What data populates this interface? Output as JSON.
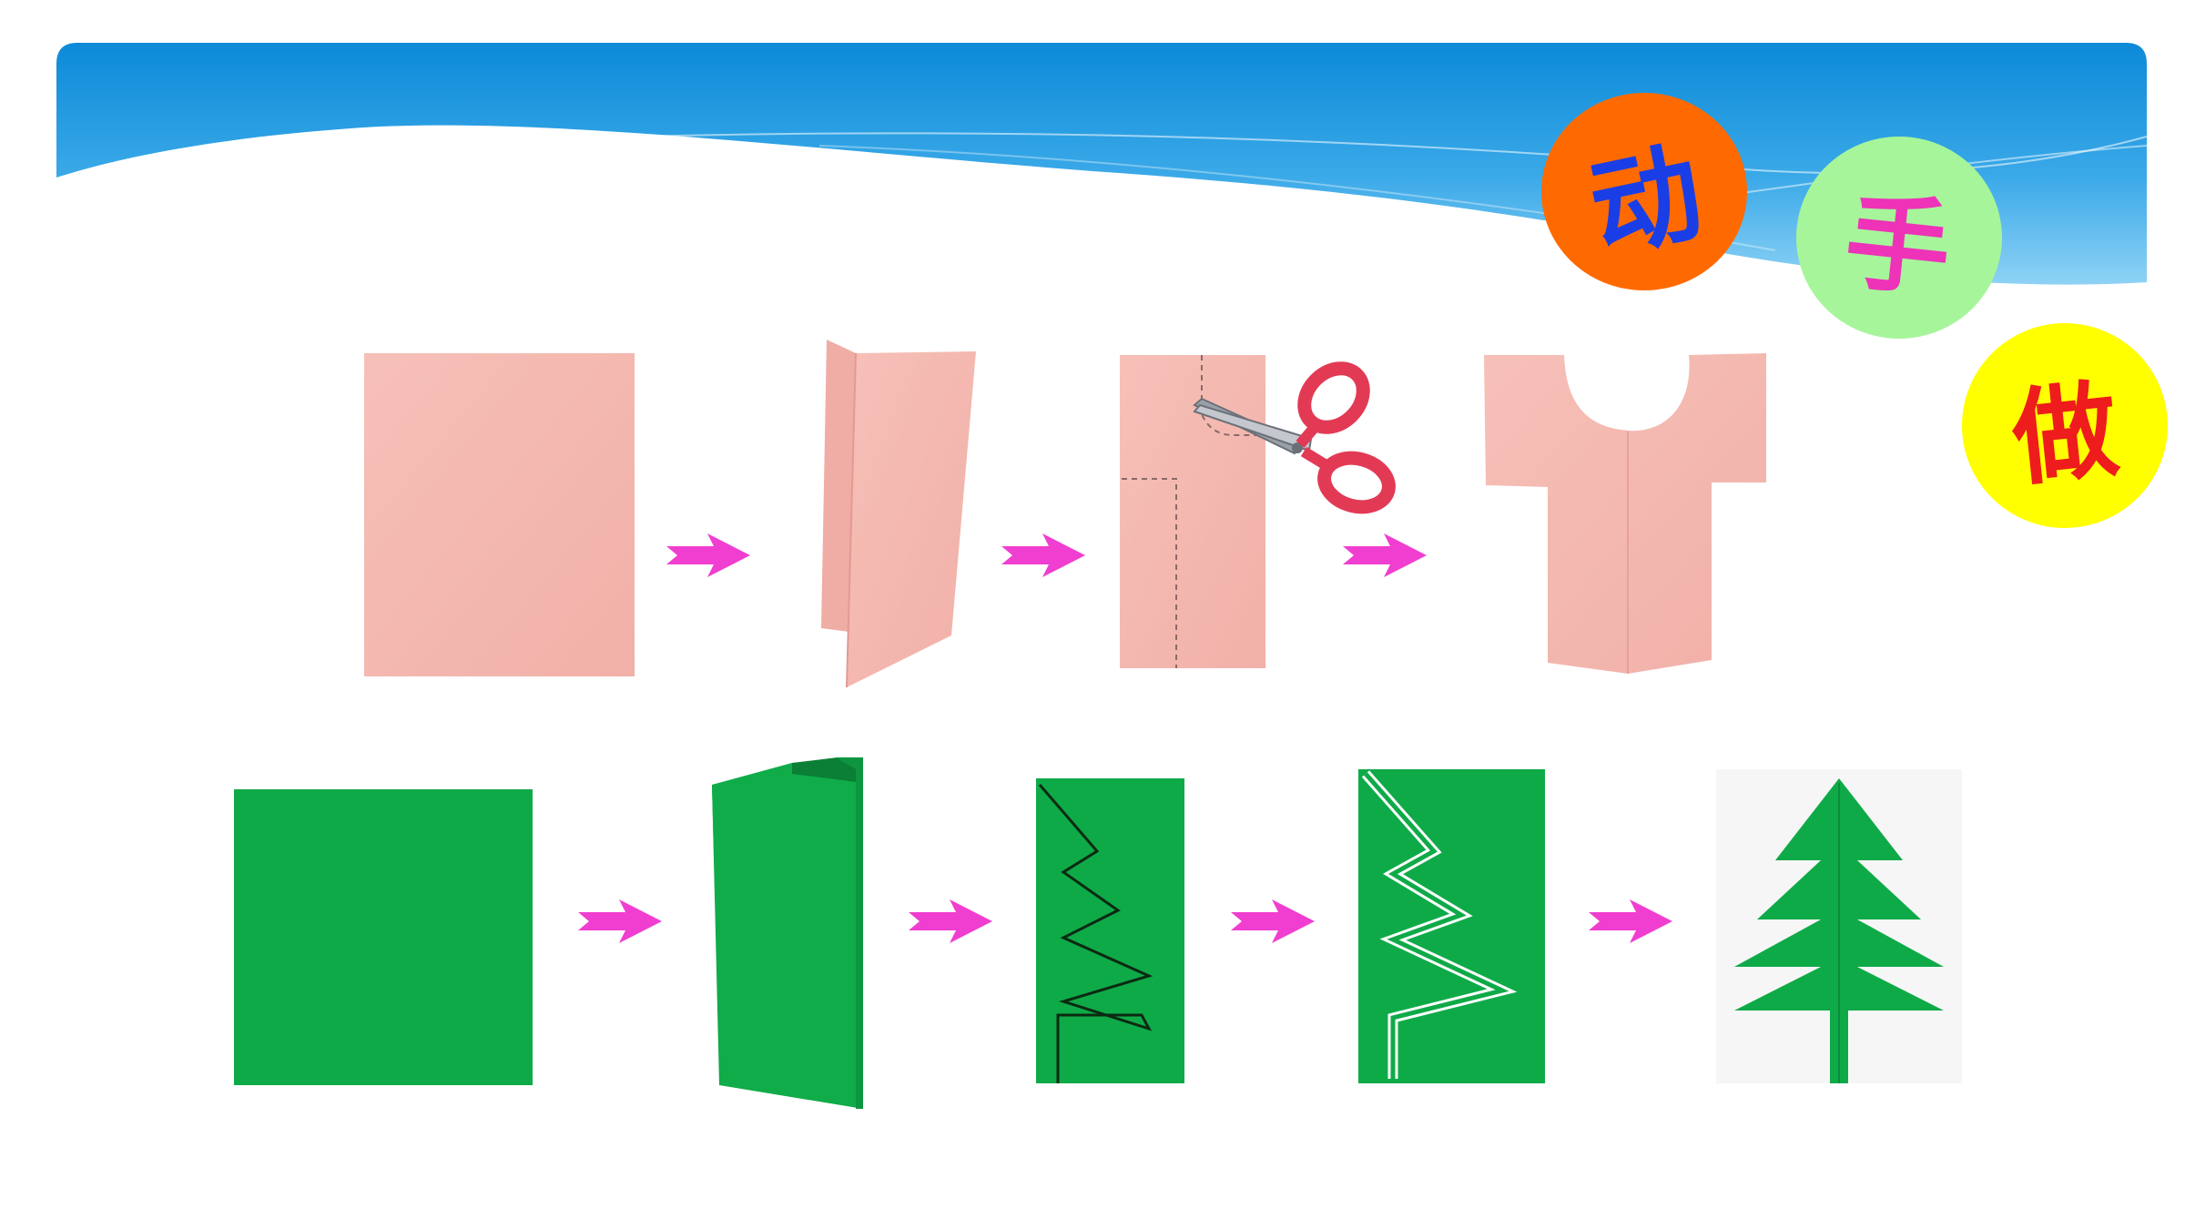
{
  "title_chars": [
    {
      "char": "动",
      "bg": "#ff6a00",
      "fg": "#1a3ee6"
    },
    {
      "char": "手",
      "bg": "#a6f59b",
      "fg": "#ee33b8"
    },
    {
      "char": "做",
      "bg": "#ffff00",
      "fg": "#ee1c1c"
    }
  ],
  "colors": {
    "header_dark": "#0e8fdc",
    "header_light": "#8ed2f5",
    "paper_pink": "#f4b9b1",
    "paper_green": "#0faa48",
    "arrow_magenta": "#f03ed0",
    "scissors_handle": "#e23a55"
  },
  "icons": {
    "header": "wave-banner",
    "cut_tool": "scissors-icon",
    "step_arrow": "right-arrow-icon"
  },
  "shirt_steps": [
    "paper-sheet",
    "folded-paper",
    "marked-folded-paper",
    "cut-shirt"
  ],
  "tree_steps": [
    "paper-sheet",
    "folded-paper",
    "drawn-outline",
    "cut-outline",
    "unfolded-tree"
  ]
}
